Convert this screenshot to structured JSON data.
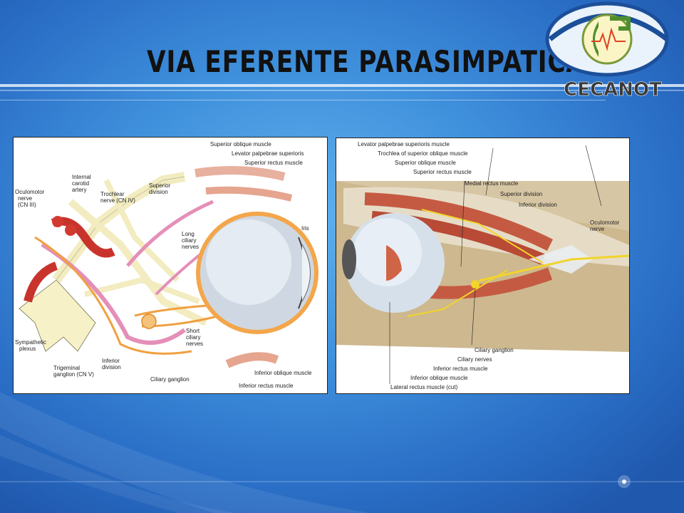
{
  "slide": {
    "title": "VIA EFERENTE PARASIMPATICA",
    "logo_text": "CECANOT",
    "colors": {
      "background": "#3f90dc",
      "title": "#111111",
      "logo_blue": "#1c4f9a",
      "logo_text": "#3a3a3a"
    }
  },
  "left_diagram": {
    "labels": {
      "superior_oblique": "Superior oblique muscle",
      "levator": "Levator palpebrae superioris",
      "superior_rectus": "Superior rectus muscle",
      "internal_carotid_1": "Internal",
      "internal_carotid_2": "carotid",
      "internal_carotid_3": "artery",
      "superior_division_1": "Superior",
      "superior_division_2": "division",
      "oculomotor_1": "Oculomotor",
      "oculomotor_2": "nerve",
      "oculomotor_3": "(CN III)",
      "trochlear_1": "Trochlear",
      "trochlear_2": "nerve (CN IV)",
      "iris": "Iris",
      "long_ciliary_1": "Long",
      "long_ciliary_2": "ciliary",
      "long_ciliary_3": "nerves",
      "short_ciliary_1": "Short",
      "short_ciliary_2": "ciliary",
      "short_ciliary_3": "nerves",
      "sympathetic_1": "Sympathetic",
      "sympathetic_2": "plexus",
      "trigeminal_1": "Trigeminal",
      "trigeminal_2": "ganglion (CN V)",
      "inferior_division_1": "Inferior",
      "inferior_division_2": "division",
      "ciliary_ganglion": "Ciliary ganglion",
      "inferior_oblique": "Inferior oblique muscle",
      "inferior_rectus": "Inferior rectus muscle"
    }
  },
  "right_diagram": {
    "labels": {
      "levator": "Levator palpebrae superioris muscle",
      "trochlea": "Trochlea of superior oblique muscle",
      "superior_oblique": "Superior oblique muscle",
      "superior_rectus": "Superior rectus muscle",
      "medial_rectus": "Medial rectus muscle",
      "superior_division": "Superior division",
      "inferior_division": "Inferior division",
      "oculomotor_1": "Oculomotor",
      "oculomotor_2": "nerve",
      "ciliary_ganglion": "Ciliary ganglion",
      "ciliary_nerves": "Ciliary nerves",
      "inferior_rectus": "Inferior rectus muscle",
      "inferior_oblique": "Inferior oblique muscle",
      "lateral_rectus": "Lateral rectus muscle (cut)"
    }
  }
}
